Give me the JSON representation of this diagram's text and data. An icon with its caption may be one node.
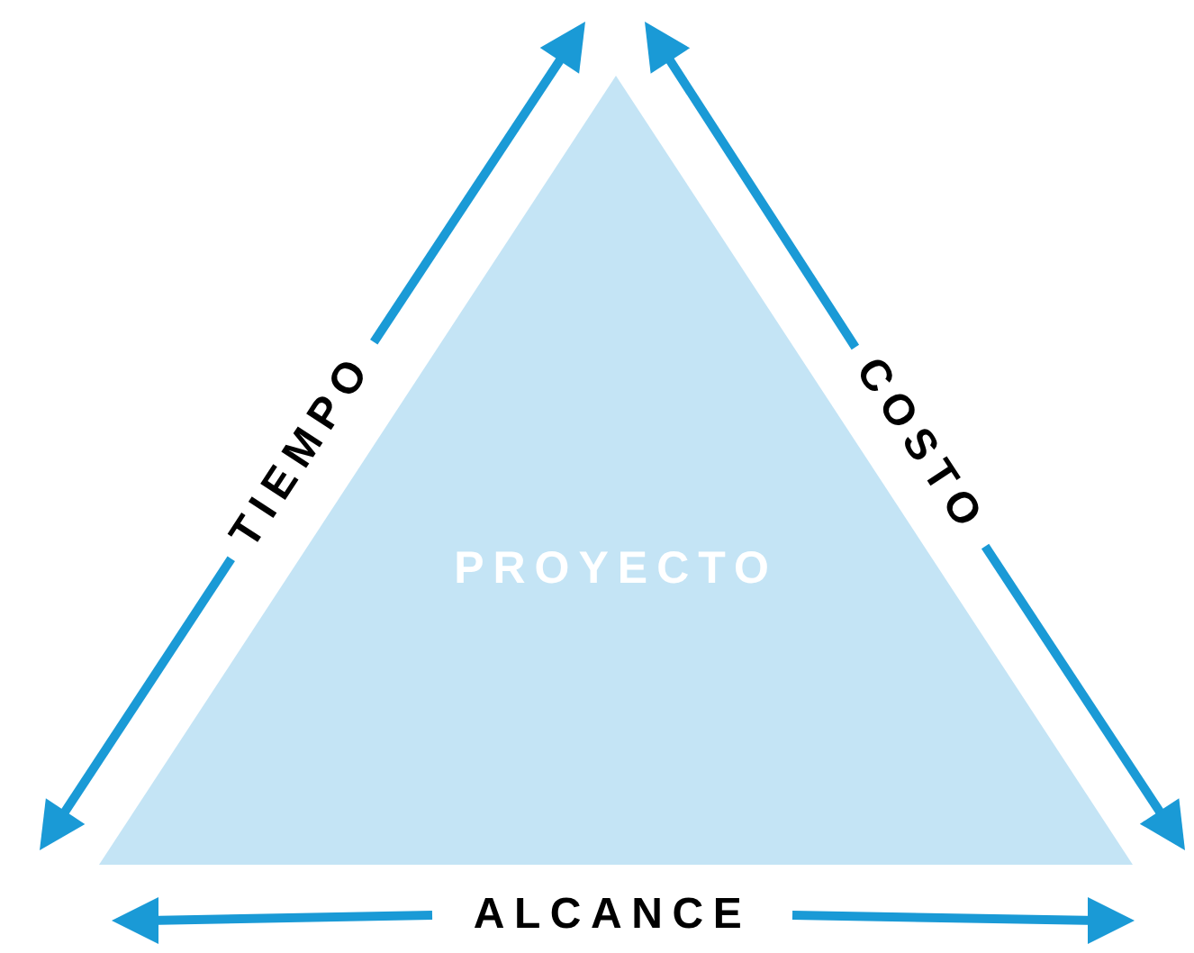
{
  "diagram": {
    "nodes": [
      {
        "text": [
          "PROYECTO"
        ]
      }
    ],
    "labels": [
      "TIEMPO",
      "COSTO",
      "ALCANCE"
    ]
  }
}
